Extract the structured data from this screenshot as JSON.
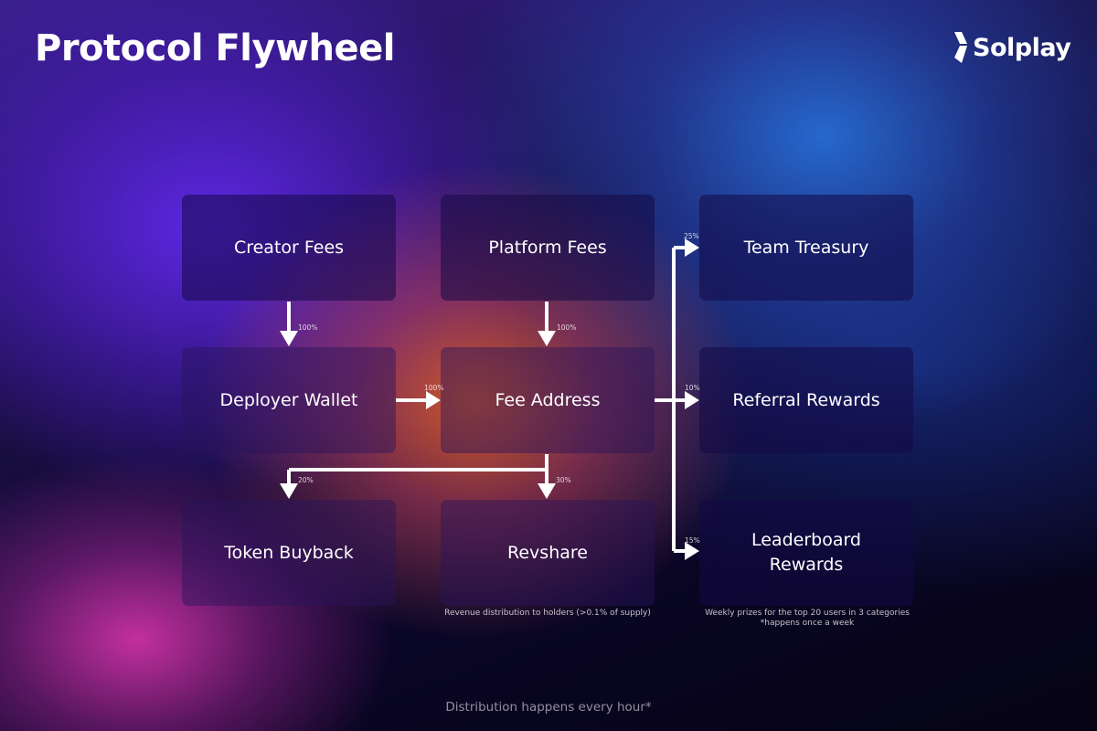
{
  "title": "Protocol Flywheel",
  "brand": {
    "name": "Solplay",
    "icon": "solplay-logo-mark"
  },
  "nodes": {
    "creator_fees": "Creator Fees",
    "platform_fees": "Platform Fees",
    "team_treasury": "Team Treasury",
    "deployer_wallet": "Deployer Wallet",
    "fee_address": "Fee Address",
    "referral_rewards": "Referral Rewards",
    "token_buyback": "Token Buyback",
    "revshare": "Revshare",
    "leaderboard_rewards_line1": "Leaderboard",
    "leaderboard_rewards_line2": "Rewards"
  },
  "flows": {
    "creator_to_deployer": "100%",
    "platform_to_fee": "100%",
    "deployer_to_fee": "100%",
    "fee_to_team": "25%",
    "fee_to_referral": "10%",
    "fee_to_leaderboard": "15%",
    "fee_to_buyback": "20%",
    "fee_to_revshare": "30%"
  },
  "notes": {
    "revshare": "Revenue distribution to holders (>0.1% of supply)",
    "leaderboard_line1": "Weekly prizes for the top 20 users in 3 categories",
    "leaderboard_line2": "*happens once a week"
  },
  "footer": "Distribution happens every hour*",
  "colors": {
    "background_dark": "#07041a",
    "purple": "#6028eb",
    "orange": "#e26028",
    "magenta": "#d634aa",
    "blue": "#2878e6",
    "arrow": "#ffffff"
  }
}
